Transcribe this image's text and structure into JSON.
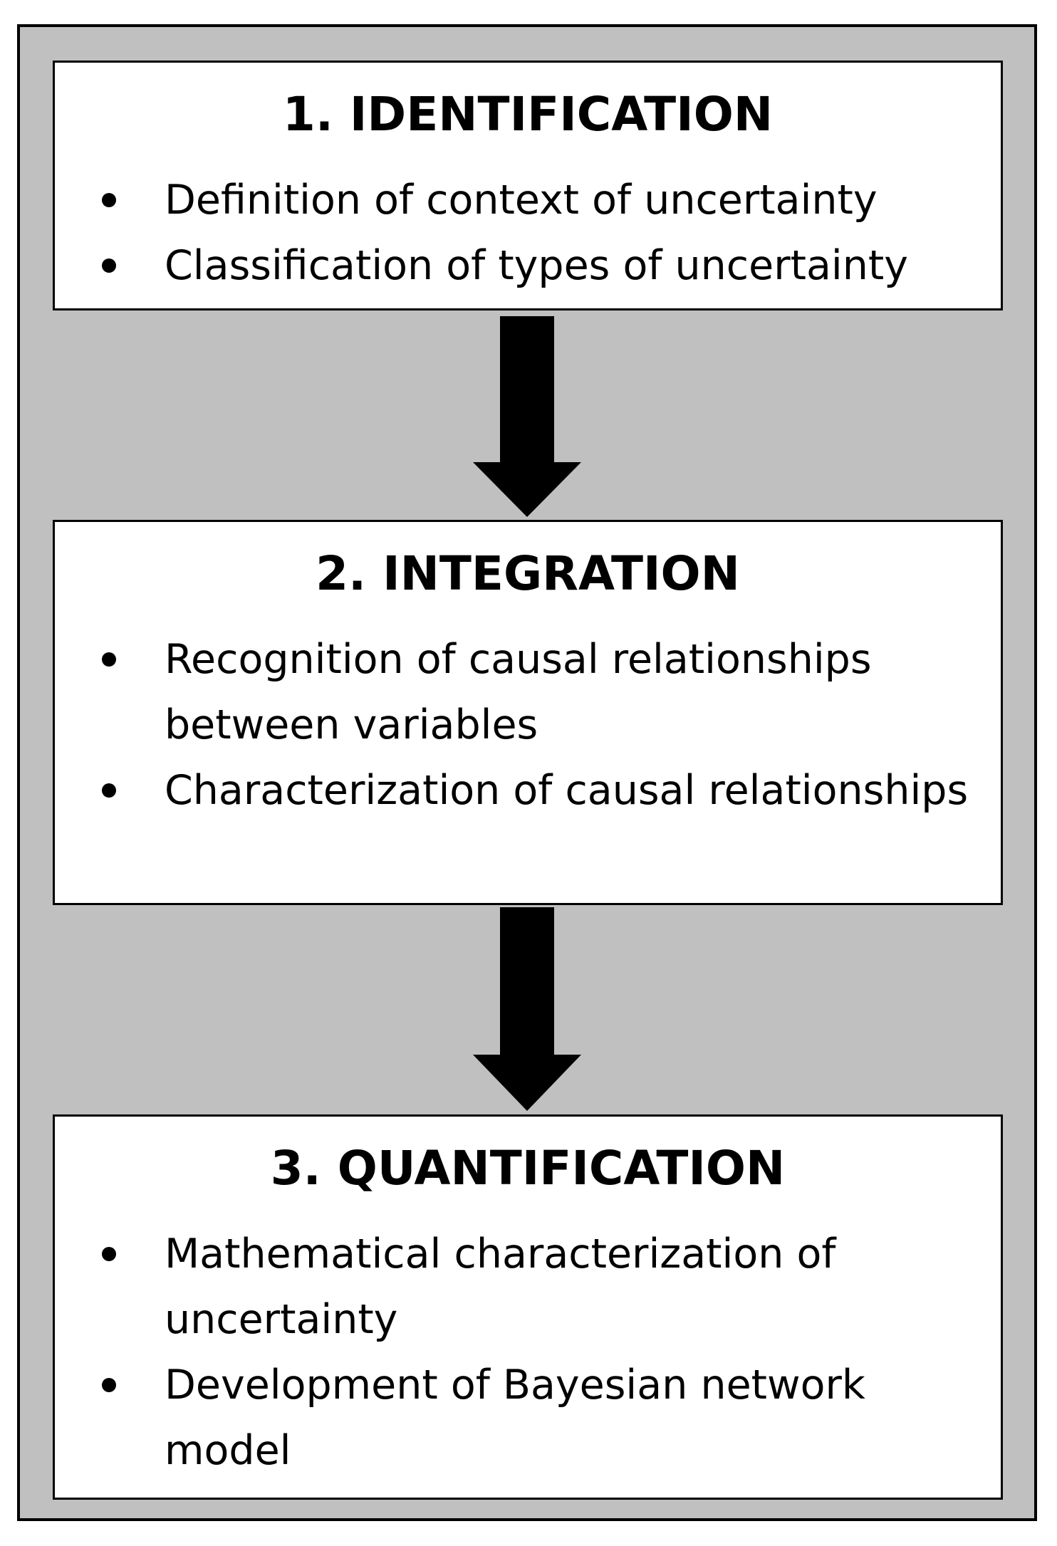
{
  "stages": [
    {
      "title": "1. IDENTIFICATION",
      "bullets": [
        "Definition of context of uncertainty",
        "Classification of types of uncertainty"
      ]
    },
    {
      "title": "2. INTEGRATION",
      "bullets": [
        "Recognition of causal relationships between variables",
        "Characterization of causal relationships"
      ]
    },
    {
      "title": "3. QUANTIFICATION",
      "bullets": [
        "Mathematical characterization of uncertainty",
        "Development of Bayesian network model"
      ]
    }
  ],
  "colors": {
    "background_panel": "#c0c0c0",
    "box_fill": "#ffffff",
    "stroke": "#000000"
  }
}
